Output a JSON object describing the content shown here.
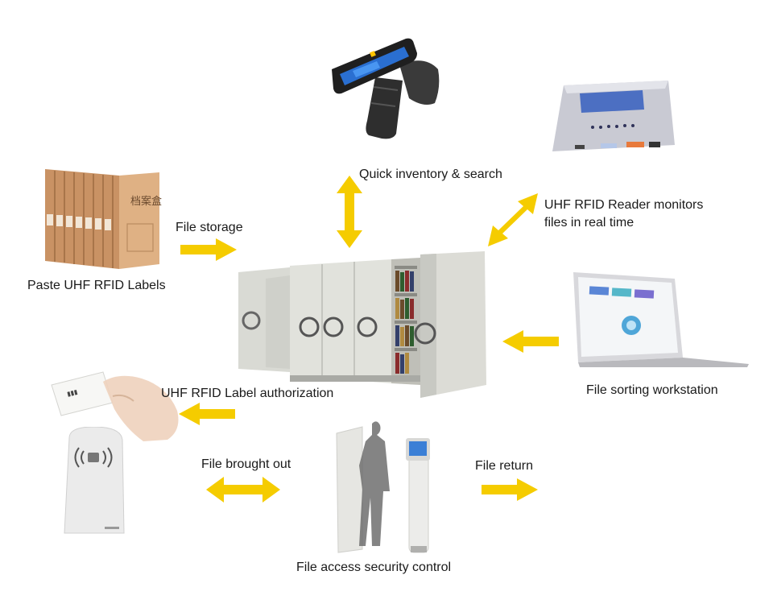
{
  "labels": {
    "quick_inventory": "Quick inventory & search",
    "reader_monitor_line1": "UHF RFID Reader monitors",
    "reader_monitor_line2": "files in real time",
    "file_storage": "File storage",
    "paste_labels": "Paste UHF RFID Labels",
    "label_authorization": "UHF RFID Label authorization",
    "sorting_workstation": "File sorting workstation",
    "brought_out": "File brought out",
    "file_return": "File return",
    "access_control": "File access security control"
  },
  "devices": {
    "box_text": "档案盒"
  },
  "colors": {
    "arrow": "#f5cc00",
    "cabinet": "#dcdcd6",
    "box": "#d9a877"
  },
  "icons": [
    "handheld-reader-icon",
    "fixed-reader-icon",
    "file-boxes-icon",
    "shelving-icon",
    "laptop-icon",
    "rfid-card-icon",
    "desktop-reader-icon",
    "security-gate-icon"
  ]
}
